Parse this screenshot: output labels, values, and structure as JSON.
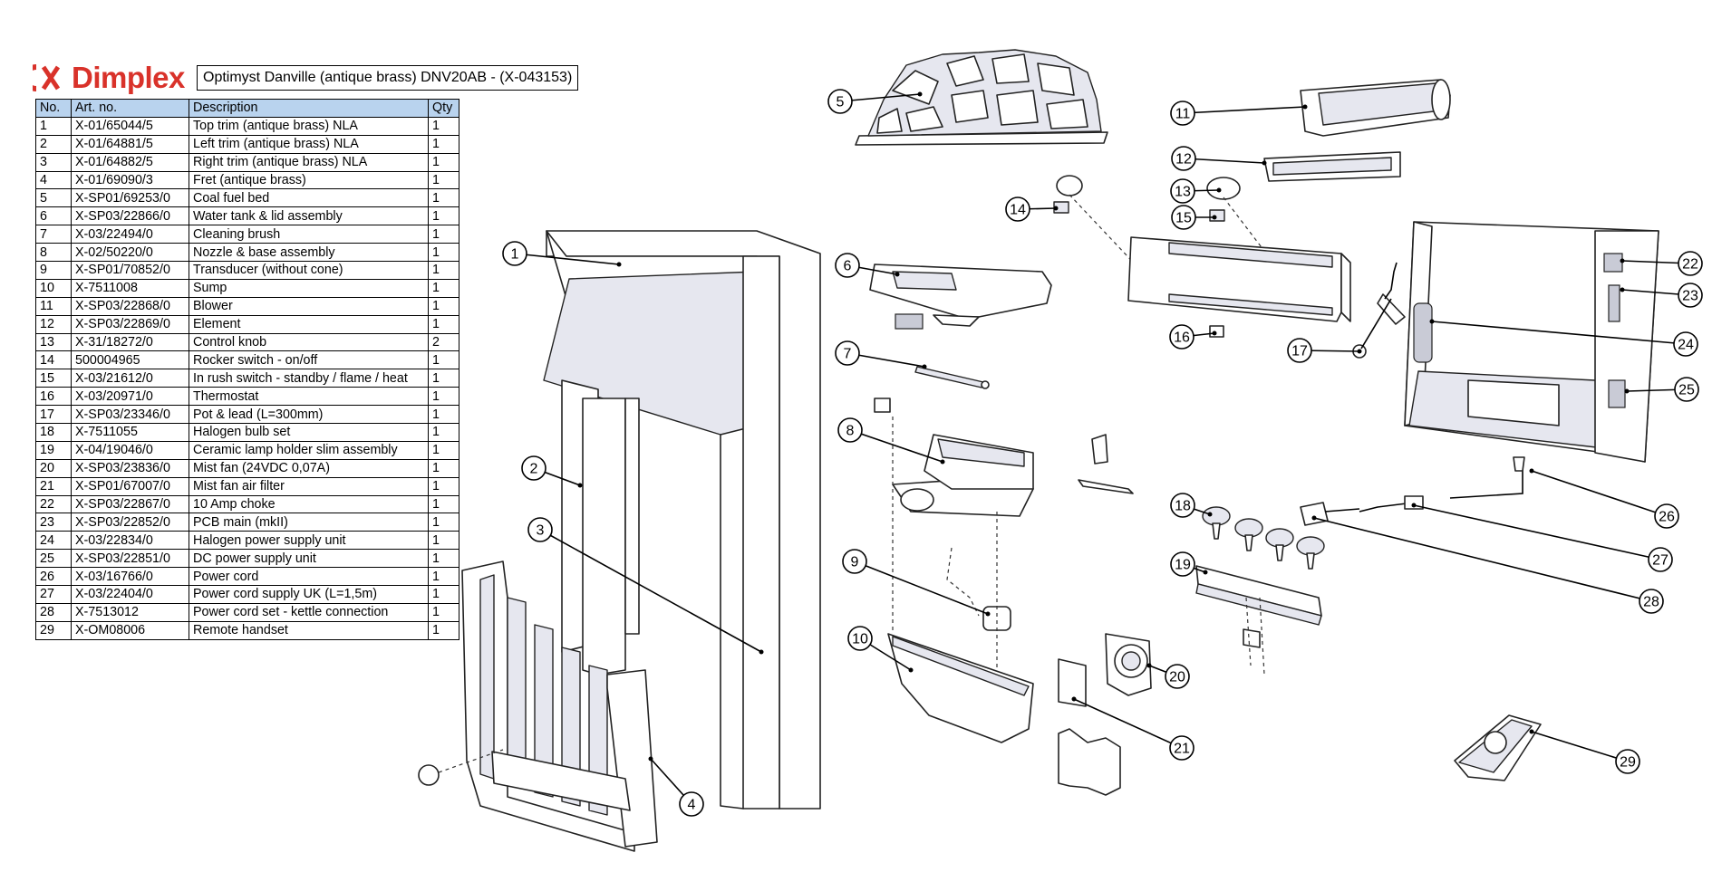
{
  "brand": {
    "name": "Dimplex",
    "color": "#d9322a"
  },
  "title": "Optimyst Danville (antique brass) DNV20AB - (X-043153)",
  "table": {
    "header_color": "#b9d3ee",
    "columns": [
      "No.",
      "Art. no.",
      "Description",
      "Qty"
    ],
    "rows": [
      [
        "1",
        "X-01/65044/5",
        "Top trim (antique brass) NLA",
        "1"
      ],
      [
        "2",
        "X-01/64881/5",
        "Left trim (antique brass) NLA",
        "1"
      ],
      [
        "3",
        "X-01/64882/5",
        "Right trim (antique brass) NLA",
        "1"
      ],
      [
        "4",
        "X-01/69090/3",
        "Fret (antique brass)",
        "1"
      ],
      [
        "5",
        "X-SP01/69253/0",
        "Coal fuel bed",
        "1"
      ],
      [
        "6",
        "X-SP03/22866/0",
        "Water tank & lid assembly",
        "1"
      ],
      [
        "7",
        "X-03/22494/0",
        "Cleaning brush",
        "1"
      ],
      [
        "8",
        "X-02/50220/0",
        "Nozzle & base assembly",
        "1"
      ],
      [
        "9",
        "X-SP01/70852/0",
        "Transducer (without cone)",
        "1"
      ],
      [
        "10",
        "X-7511008",
        "Sump",
        "1"
      ],
      [
        "11",
        "X-SP03/22868/0",
        "Blower",
        "1"
      ],
      [
        "12",
        "X-SP03/22869/0",
        "Element",
        "1"
      ],
      [
        "13",
        "X-31/18272/0",
        "Control knob",
        "2"
      ],
      [
        "14",
        "500004965",
        "Rocker switch - on/off",
        "1"
      ],
      [
        "15",
        "X-03/21612/0",
        "In rush switch - standby / flame / heat",
        "1"
      ],
      [
        "16",
        "X-03/20971/0",
        "Thermostat",
        "1"
      ],
      [
        "17",
        "X-SP03/23346/0",
        "Pot & lead (L=300mm)",
        "1"
      ],
      [
        "18",
        "X-7511055",
        "Halogen bulb set",
        "1"
      ],
      [
        "19",
        "X-04/19046/0",
        "Ceramic lamp holder slim assembly",
        "1"
      ],
      [
        "20",
        "X-SP03/23836/0",
        "Mist fan (24VDC 0,07A)",
        "1"
      ],
      [
        "21",
        "X-SP01/67007/0",
        "Mist fan air filter",
        "1"
      ],
      [
        "22",
        "X-SP03/22867/0",
        "10 Amp choke",
        "1"
      ],
      [
        "23",
        "X-SP03/22852/0",
        "PCB main (mkII)",
        "1"
      ],
      [
        "24",
        "X-03/22834/0",
        "Halogen power supply unit",
        "1"
      ],
      [
        "25",
        "X-SP03/22851/0",
        "DC power supply unit",
        "1"
      ],
      [
        "26",
        "X-03/16766/0",
        "Power cord",
        "1"
      ],
      [
        "27",
        "X-03/22404/0",
        "Power cord supply UK (L=1,5m)",
        "1"
      ],
      [
        "28",
        "X-7513012",
        "Power cord set - kettle connection",
        "1"
      ],
      [
        "29",
        "X-OM08006",
        "Remote handset",
        "1"
      ]
    ]
  },
  "callouts": [
    "1",
    "2",
    "3",
    "4",
    "5",
    "6",
    "7",
    "8",
    "9",
    "10",
    "11",
    "12",
    "13",
    "14",
    "15",
    "16",
    "17",
    "18",
    "19",
    "20",
    "21",
    "22",
    "23",
    "24",
    "25",
    "26",
    "27",
    "28",
    "29"
  ]
}
